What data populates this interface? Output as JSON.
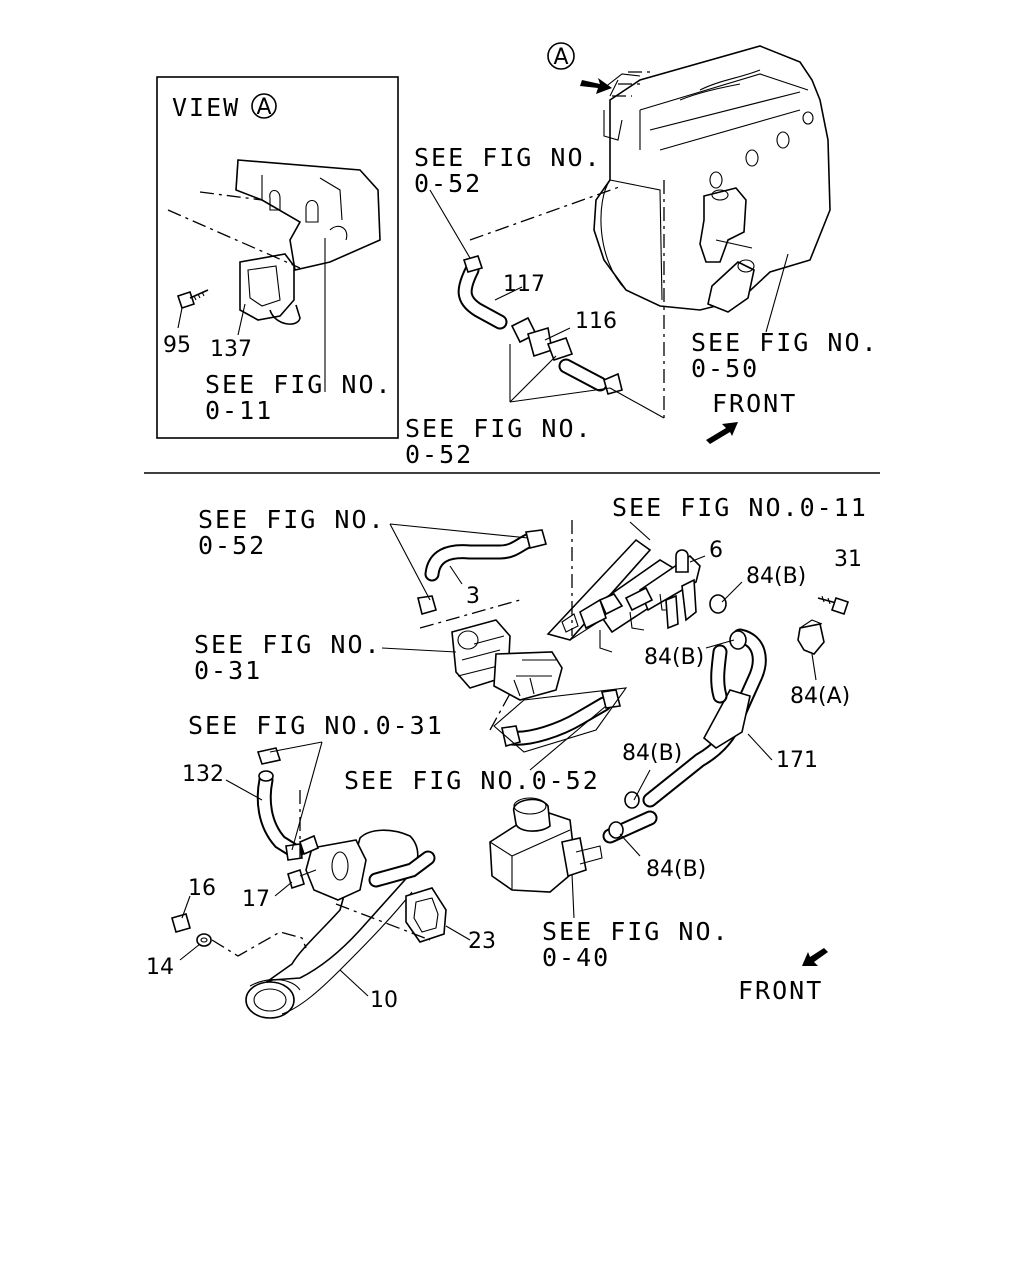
{
  "view_panel": {
    "title": "VIEW",
    "marker": "A",
    "ref_part_95": "95",
    "ref_part_137": "137",
    "see_fig_line1": "SEE FIG NO.",
    "see_fig_line2": "0-11"
  },
  "top_section": {
    "marker_a": "A",
    "see_fig_052_top_line1": "SEE FIG NO.",
    "see_fig_052_top_line2": "0-52",
    "ref_117": "117",
    "ref_116": "116",
    "see_fig_050_line1": "SEE FIG NO.",
    "see_fig_050_line2": "0-50",
    "see_fig_052_bottom_line1": "SEE FIG NO.",
    "see_fig_052_bottom_line2": "0-52",
    "front_label": "FRONT"
  },
  "bottom_section": {
    "see_fig_052_left_line1": "SEE FIG NO.",
    "see_fig_052_left_line2": "0-52",
    "see_fig_011": "SEE FIG NO.0-11",
    "ref_6": "6",
    "ref_31": "31",
    "ref_84b_1": "84(B)",
    "ref_3": "3",
    "see_fig_031_line1": "SEE FIG NO.",
    "see_fig_031_line2": "0-31",
    "ref_84b_2": "84(B)",
    "ref_84a": "84(A)",
    "see_fig_031_inline": "SEE FIG NO.0-31",
    "ref_132": "132",
    "see_fig_052_inline": "SEE FIG NO.0-52",
    "ref_84b_3": "84(B)",
    "ref_171": "171",
    "ref_16": "16",
    "ref_17": "17",
    "ref_84b_4": "84(B)",
    "ref_23": "23",
    "ref_14": "14",
    "ref_10": "10",
    "see_fig_040_line1": "SEE FIG NO.",
    "see_fig_040_line2": "0-40",
    "front_label": "FRONT"
  }
}
